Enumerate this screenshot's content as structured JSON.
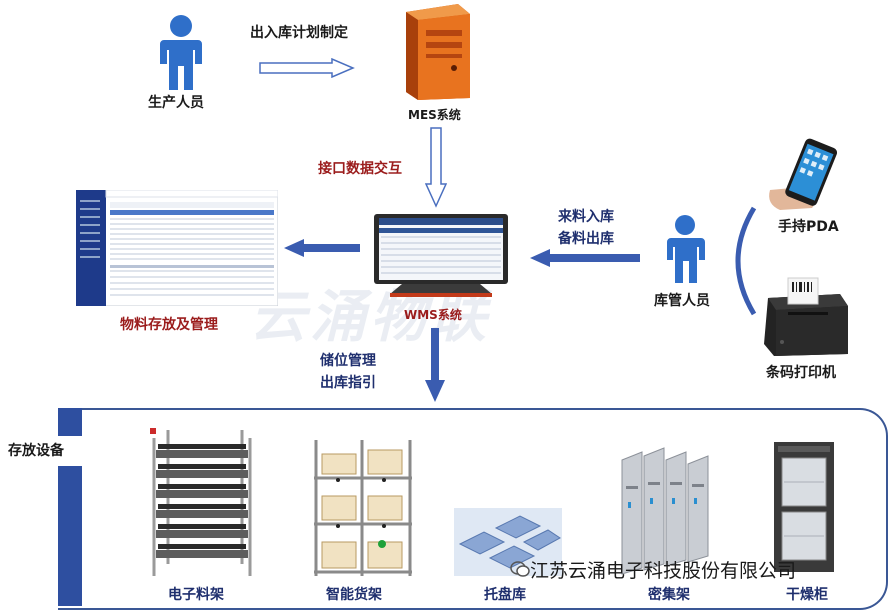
{
  "nodes": {
    "production_staff": "生产人员",
    "mes_system": "MES系统",
    "wms_system": "WMS系统",
    "warehouse_staff": "库管人员",
    "handheld_pda": "手持PDA",
    "barcode_printer": "条码打印机",
    "material_storage_mgmt": "物料存放及管理"
  },
  "edges": {
    "plan_making": "出入库计划制定",
    "interface_exchange": "接口数据交互",
    "incoming_label_1": "来料入库",
    "incoming_label_2": "备料出库",
    "location_label_1": "储位管理",
    "location_label_2": "出库指引"
  },
  "panel": {
    "title": "存放设备",
    "equipment": [
      "电子料架",
      "智能货架",
      "托盘库",
      "密集架",
      "干燥柜"
    ]
  },
  "watermark": "云涌物联",
  "company": "江苏云涌电子科技股份有限公司",
  "colors": {
    "arrow_blue": "#3a5cb0",
    "person_blue": "#2f6fc9",
    "label_red": "#9b1c1c",
    "panel_border": "#3a5795"
  }
}
